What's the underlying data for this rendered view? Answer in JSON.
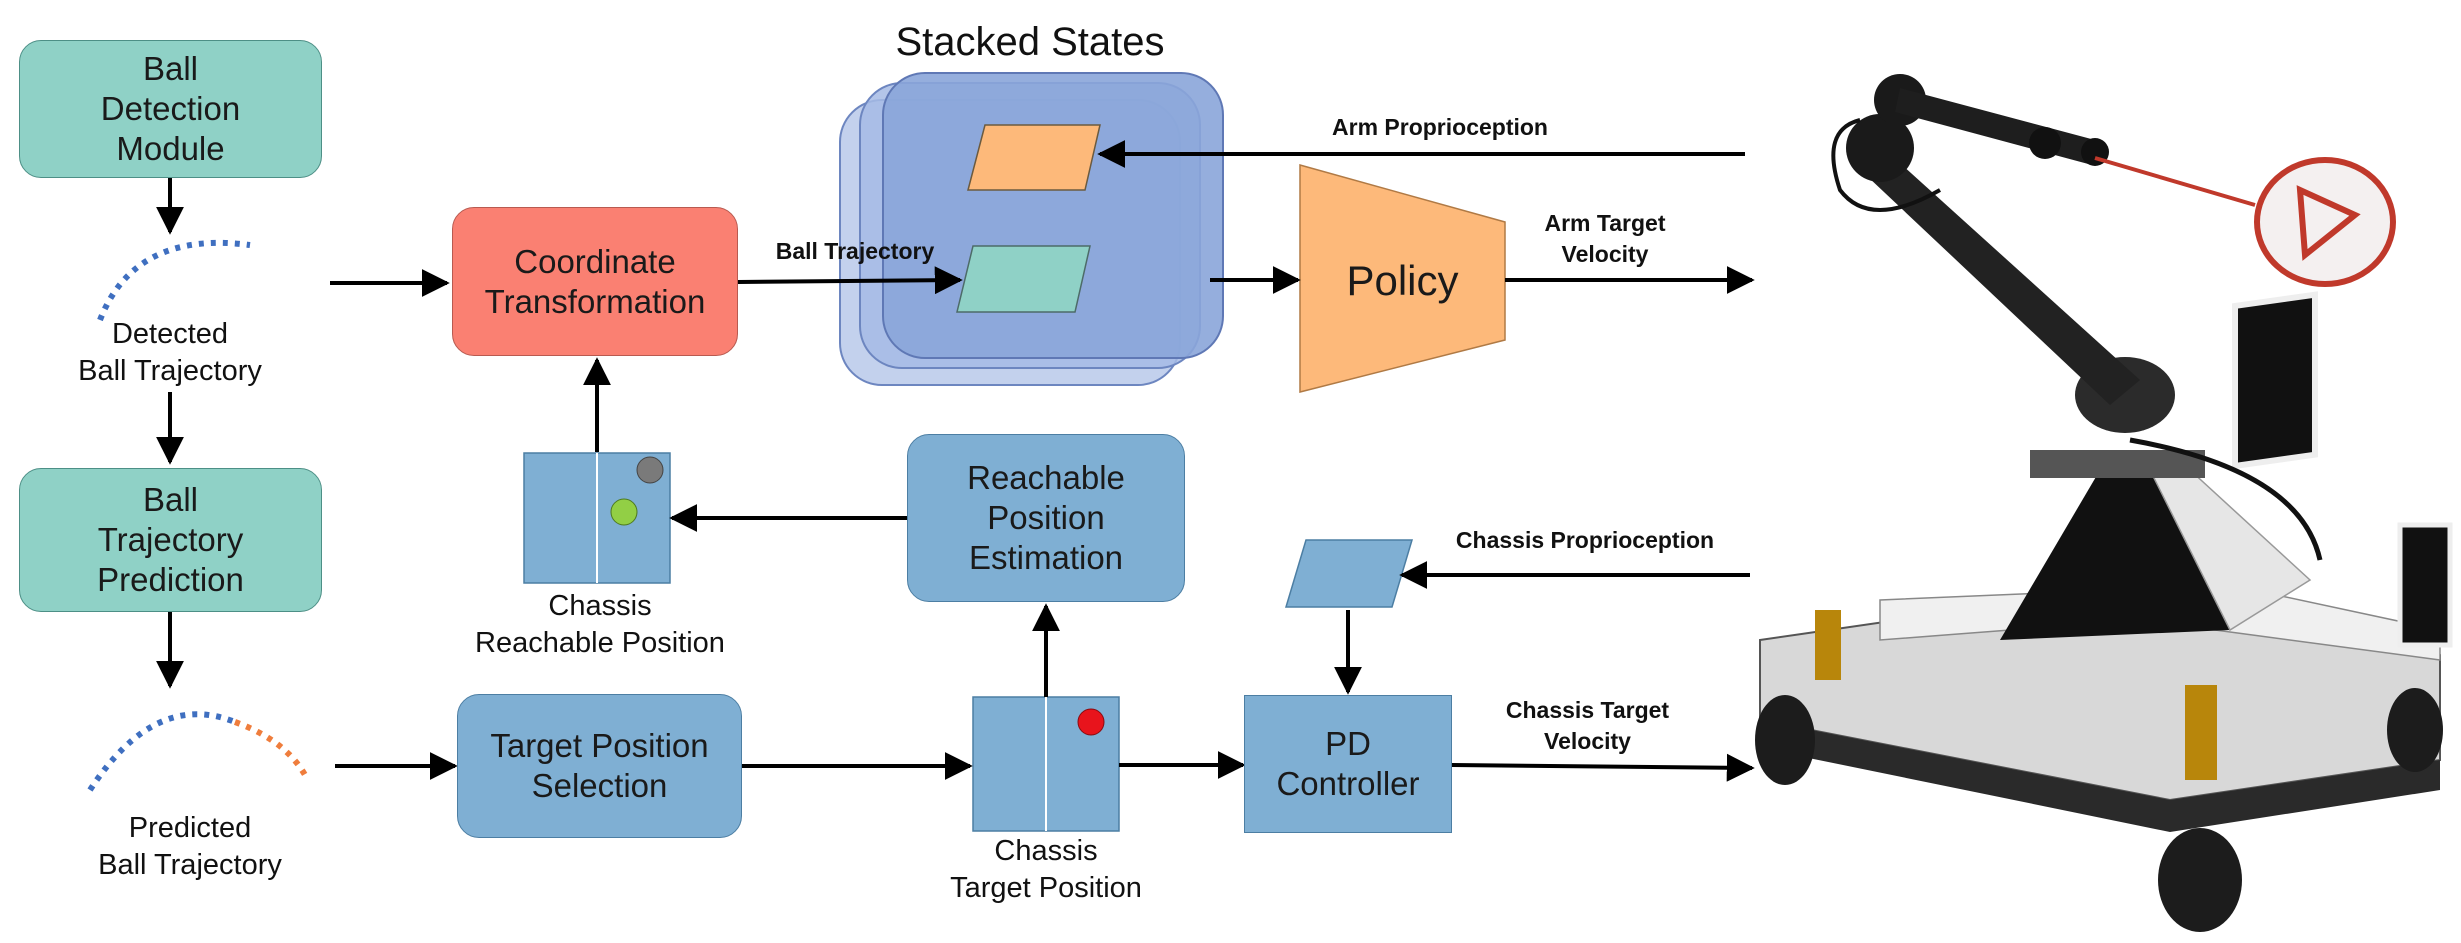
{
  "nodes": {
    "ball_detection": "Ball\nDetection\nModule",
    "detected_trajectory": "Detected\nBall Trajectory",
    "ball_prediction": "Ball\nTrajectory\nPrediction",
    "predicted_trajectory": "Predicted\nBall Trajectory",
    "coordinate_transformation": "Coordinate\nTransformation",
    "stacked_states": "Stacked States",
    "policy": "Policy",
    "chassis_reachable": "Chassis\nReachable Position",
    "reachable_estimation": "Reachable\nPosition\nEstimation",
    "target_selection": "Target Position\nSelection",
    "chassis_target": "Chassis\nTarget Position",
    "pd_controller": "PD\nController"
  },
  "edges": {
    "ball_trajectory": "Ball Trajectory",
    "arm_proprioception": "Arm Proprioception",
    "arm_target_velocity": "Arm Target\nVelocity",
    "chassis_proprioception": "Chassis Proprioception",
    "chassis_target_velocity": "Chassis Target\nVelocity"
  },
  "colors": {
    "teal": "#8fd1c6",
    "coral": "#fa8072",
    "blue": "#7fafd3",
    "orange": "#fdb97a",
    "stack_blue": "#8aa5d9",
    "detected_dots": "#3f6fc0",
    "predicted_dots": "#ef7d3c",
    "ball_gray": "#7a7a7a",
    "ball_green": "#92cf45",
    "ball_red": "#e8141c"
  }
}
